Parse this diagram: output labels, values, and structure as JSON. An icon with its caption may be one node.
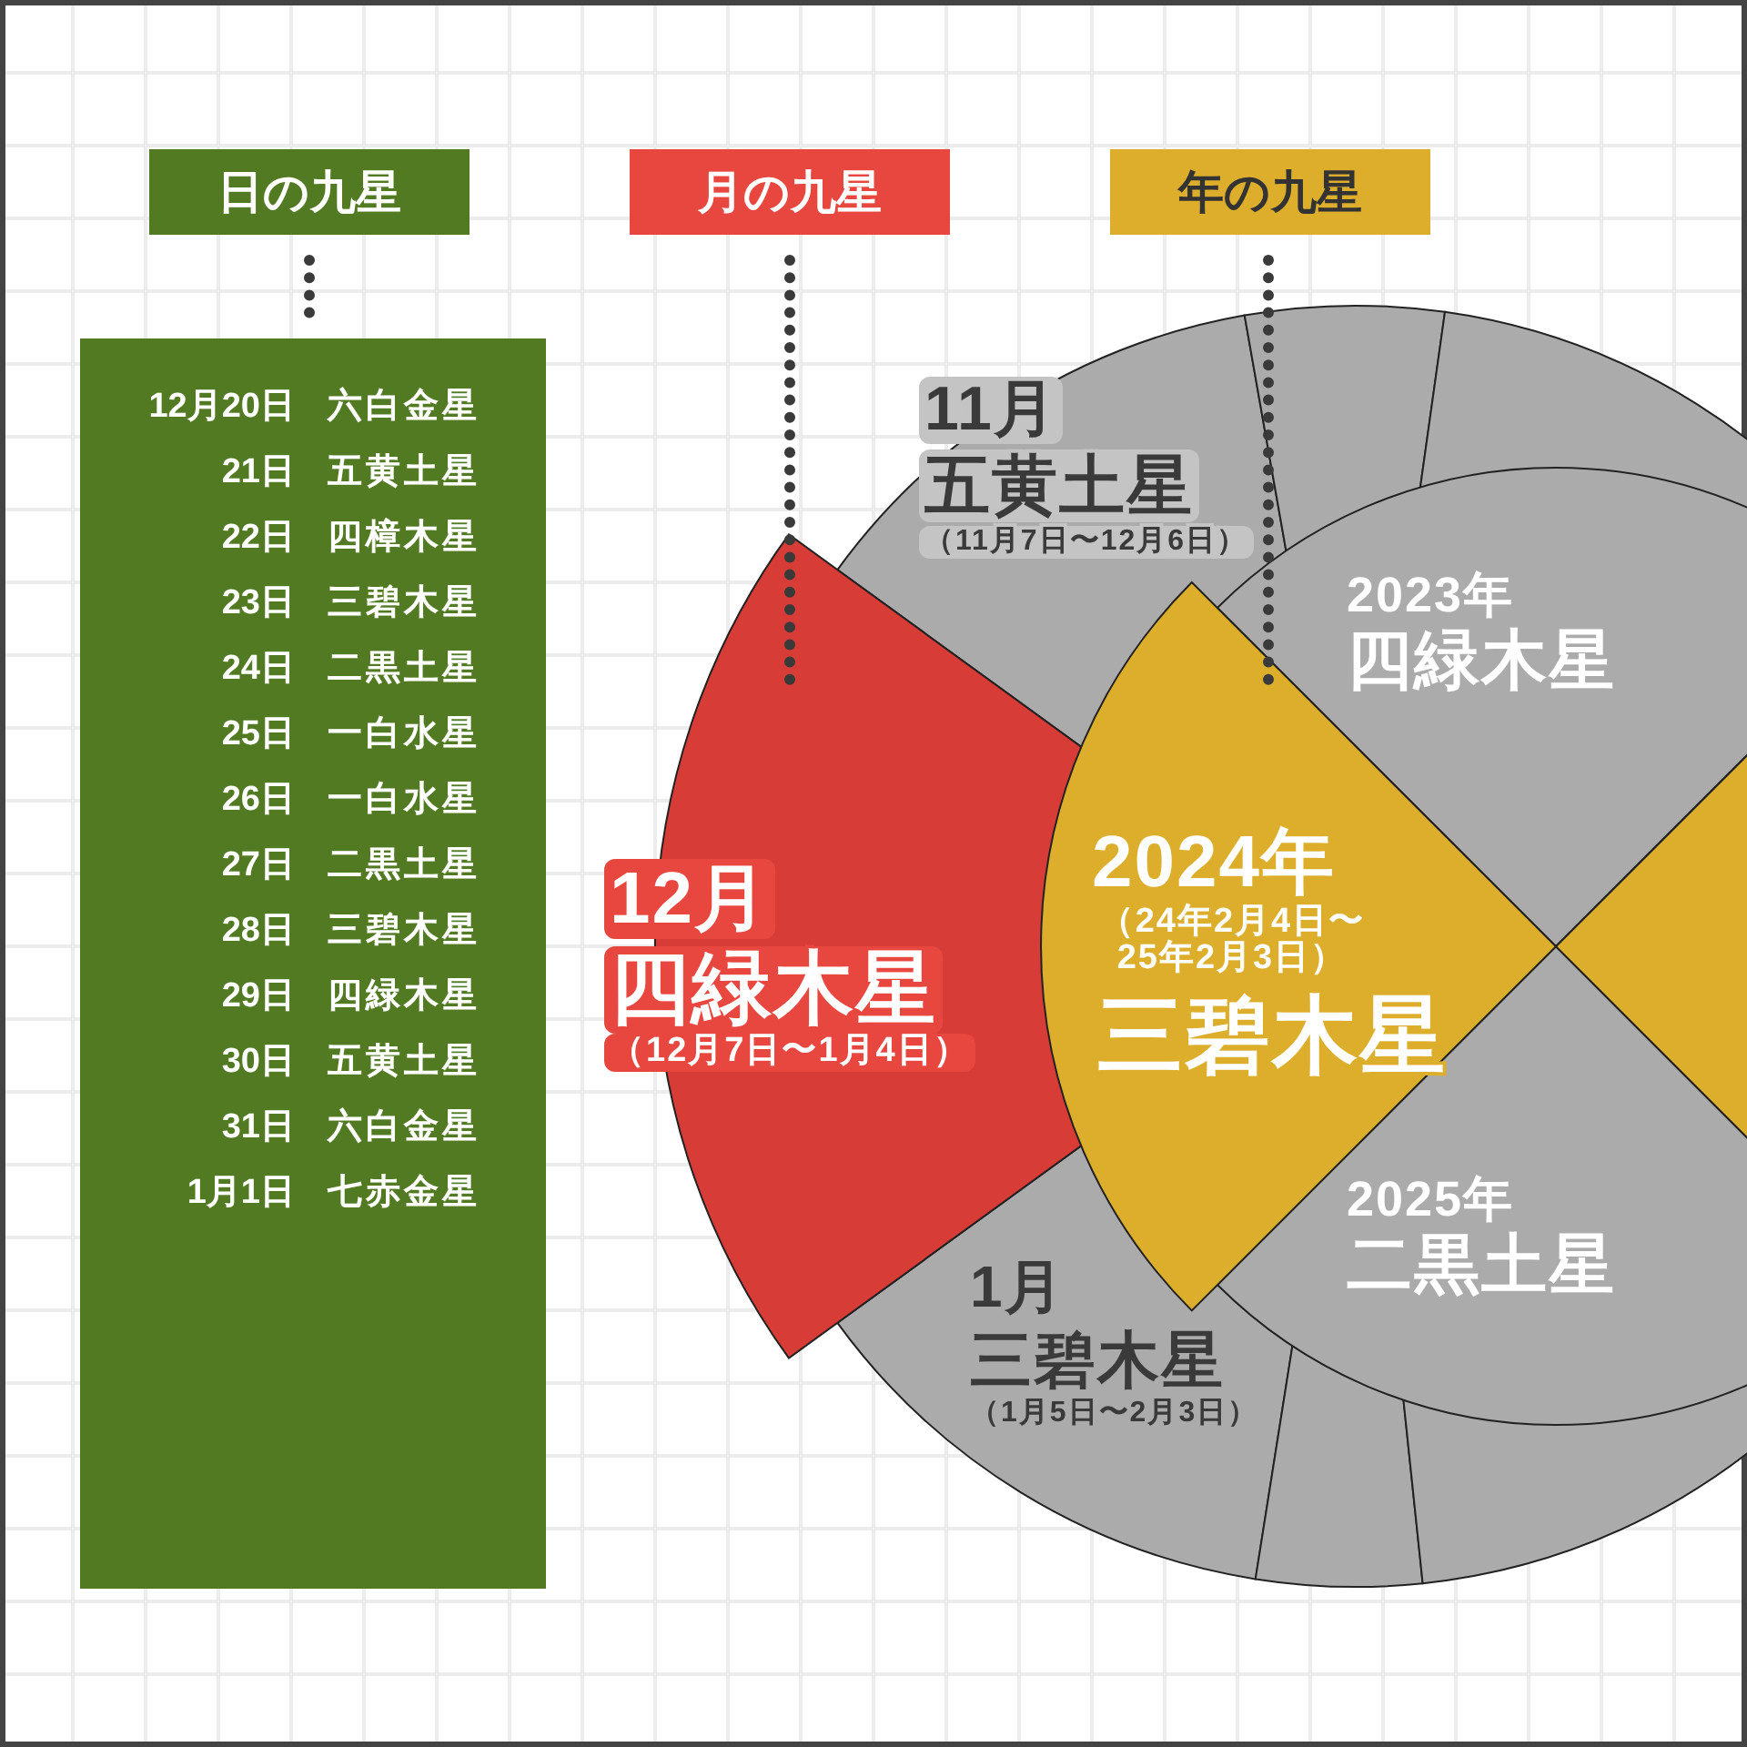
{
  "diagram": {
    "nodes": [
      {
        "text": [
          "日の九星"
        ]
      },
      {
        "text": [
          "月の九星"
        ]
      },
      {
        "text": [
          "年の九星"
        ]
      },
      {
        "text": [
          "12月20日",
          "六白金星",
          "21日",
          "五黄土星",
          "22日",
          "四樟木星",
          "23日",
          "三碧木星",
          "24日",
          "二黒土星",
          "25日",
          "一白水星",
          "26日",
          "一白水星",
          "27日",
          "二黒土星",
          "28日",
          "三碧木星",
          "29日",
          "四緑木星",
          "30日",
          "五黄土星",
          "31日",
          "六白金星",
          "1月1日",
          "七赤金星"
        ]
      },
      {
        "text": [
          "12月",
          "四緑木星",
          "（12月7日〜1月4日）"
        ]
      },
      {
        "text": [
          "11月",
          "五黄土星",
          "（11月7日〜12月6日）"
        ]
      },
      {
        "text": [
          "1月",
          "三碧木星",
          "（1月5日〜2月3日）"
        ]
      },
      {
        "text": [
          "2024年",
          "（24年2月4日〜25年2月3日）",
          "三碧木星"
        ]
      },
      {
        "text": [
          "2023年",
          "四緑木星"
        ]
      },
      {
        "text": [
          "2025年",
          "二黒土星"
        ]
      },
      {
        "text": [],
        "shape": "sector"
      },
      {
        "text": [],
        "shape": "sector"
      },
      {
        "text": [],
        "shape": "sector"
      },
      {
        "text": [],
        "shape": "sector"
      },
      {
        "text": [],
        "shape": "sector"
      }
    ],
    "edges": [
      {
        "from": 0,
        "to": 3,
        "arrow": "none",
        "style": "dashed"
      },
      {
        "from": 1,
        "to": 4,
        "arrow": "none",
        "style": "dashed"
      },
      {
        "from": 2,
        "to": 7,
        "arrow": "none",
        "style": "dashed"
      }
    ]
  }
}
